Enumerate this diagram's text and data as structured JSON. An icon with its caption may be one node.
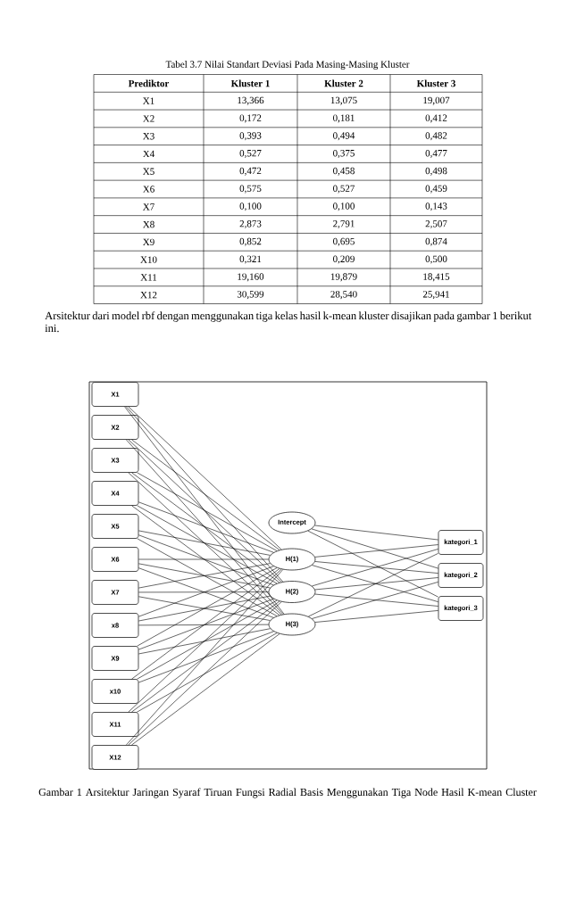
{
  "diagram": {
    "caption": "Gambar 1  Arsitektur Jaringan Syaraf Tiruan Fungsi Radial Basis Menggunakan Tiga Node Hasil K-mean Cluster",
    "nodes": [
      {
        "text": [
          "X1"
        ]
      },
      {
        "text": [
          "X2"
        ]
      },
      {
        "text": [
          "X3"
        ]
      },
      {
        "text": [
          "X4"
        ]
      },
      {
        "text": [
          "X5"
        ]
      },
      {
        "text": [
          "X6"
        ]
      },
      {
        "text": [
          "X7"
        ]
      },
      {
        "text": [
          "x8"
        ]
      },
      {
        "text": [
          "X9"
        ]
      },
      {
        "text": [
          "x10"
        ]
      },
      {
        "text": [
          "X11"
        ]
      },
      {
        "text": [
          "X12"
        ]
      },
      {
        "text": [
          "Intercept"
        ]
      },
      {
        "text": [
          "H(1)"
        ]
      },
      {
        "text": [
          "H(2)"
        ]
      },
      {
        "text": [
          "H(3)"
        ]
      },
      {
        "text": [
          "kategori_1"
        ]
      },
      {
        "text": [
          "kategori_2"
        ]
      },
      {
        "text": [
          "kategori_3"
        ]
      }
    ],
    "edges": [
      {
        "from": 0,
        "to": 13,
        "arrow": "none"
      },
      {
        "from": 0,
        "to": 14,
        "arrow": "none"
      },
      {
        "from": 0,
        "to": 15,
        "arrow": "none"
      },
      {
        "from": 1,
        "to": 13,
        "arrow": "none"
      },
      {
        "from": 1,
        "to": 14,
        "arrow": "none"
      },
      {
        "from": 1,
        "to": 15,
        "arrow": "none"
      },
      {
        "from": 2,
        "to": 13,
        "arrow": "none"
      },
      {
        "from": 2,
        "to": 14,
        "arrow": "none"
      },
      {
        "from": 2,
        "to": 15,
        "arrow": "none"
      },
      {
        "from": 3,
        "to": 13,
        "arrow": "none"
      },
      {
        "from": 3,
        "to": 14,
        "arrow": "none"
      },
      {
        "from": 3,
        "to": 15,
        "arrow": "none"
      },
      {
        "from": 4,
        "to": 13,
        "arrow": "none"
      },
      {
        "from": 4,
        "to": 14,
        "arrow": "none"
      },
      {
        "from": 4,
        "to": 15,
        "arrow": "none"
      },
      {
        "from": 5,
        "to": 13,
        "arrow": "none"
      },
      {
        "from": 5,
        "to": 14,
        "arrow": "none"
      },
      {
        "from": 5,
        "to": 15,
        "arrow": "none"
      },
      {
        "from": 6,
        "to": 13,
        "arrow": "none"
      },
      {
        "from": 6,
        "to": 14,
        "arrow": "none"
      },
      {
        "from": 6,
        "to": 15,
        "arrow": "none"
      },
      {
        "from": 7,
        "to": 13,
        "arrow": "none"
      },
      {
        "from": 7,
        "to": 14,
        "arrow": "none"
      },
      {
        "from": 7,
        "to": 15,
        "arrow": "none"
      },
      {
        "from": 8,
        "to": 13,
        "arrow": "none"
      },
      {
        "from": 8,
        "to": 14,
        "arrow": "none"
      },
      {
        "from": 8,
        "to": 15,
        "arrow": "none"
      },
      {
        "from": 9,
        "to": 13,
        "arrow": "none"
      },
      {
        "from": 9,
        "to": 14,
        "arrow": "none"
      },
      {
        "from": 9,
        "to": 15,
        "arrow": "none"
      },
      {
        "from": 10,
        "to": 13,
        "arrow": "none"
      },
      {
        "from": 10,
        "to": 14,
        "arrow": "none"
      },
      {
        "from": 10,
        "to": 15,
        "arrow": "none"
      },
      {
        "from": 11,
        "to": 13,
        "arrow": "none"
      },
      {
        "from": 11,
        "to": 14,
        "arrow": "none"
      },
      {
        "from": 11,
        "to": 15,
        "arrow": "none"
      },
      {
        "from": 12,
        "to": 16,
        "arrow": "none"
      },
      {
        "from": 12,
        "to": 17,
        "arrow": "none"
      },
      {
        "from": 12,
        "to": 18,
        "arrow": "none"
      },
      {
        "from": 13,
        "to": 16,
        "arrow": "none"
      },
      {
        "from": 13,
        "to": 17,
        "arrow": "none"
      },
      {
        "from": 13,
        "to": 18,
        "arrow": "none"
      },
      {
        "from": 14,
        "to": 16,
        "arrow": "none"
      },
      {
        "from": 14,
        "to": 17,
        "arrow": "none"
      },
      {
        "from": 14,
        "to": 18,
        "arrow": "none"
      },
      {
        "from": 15,
        "to": 16,
        "arrow": "none"
      },
      {
        "from": 15,
        "to": 17,
        "arrow": "none"
      },
      {
        "from": 15,
        "to": 18,
        "arrow": "none"
      }
    ],
    "labels": [
      "Tabel 3.7  Nilai Standart Deviasi Pada Masing-Masing Kluster",
      "Prediktor",
      "Kluster 1",
      "Kluster 2",
      "Kluster 3",
      "X1",
      "13,366",
      "13,075",
      "19,007",
      "X2",
      "0,172",
      "0,181",
      "0,412",
      "X3",
      "0,393",
      "0,494",
      "0,482",
      "X4",
      "0,527",
      "0,375",
      "0,477",
      "X5",
      "0,472",
      "0,458",
      "0,498",
      "X6",
      "0,575",
      "0,527",
      "0,459",
      "X7",
      "0,100",
      "0,100",
      "0,143",
      "X8",
      "2,873",
      "2,791",
      "2,507",
      "X9",
      "0,852",
      "0,695",
      "0,874",
      "X10",
      "0,321",
      "0,209",
      "0,500",
      "X11",
      "19,160",
      "19,879",
      "18,415",
      "X12",
      "30,599",
      "28,540",
      "25,941",
      "Arsitektur dari model rbf dengan menggunakan tiga kelas hasil k-mean kluster disajikan pada gambar 1 berikut ini."
    ]
  }
}
